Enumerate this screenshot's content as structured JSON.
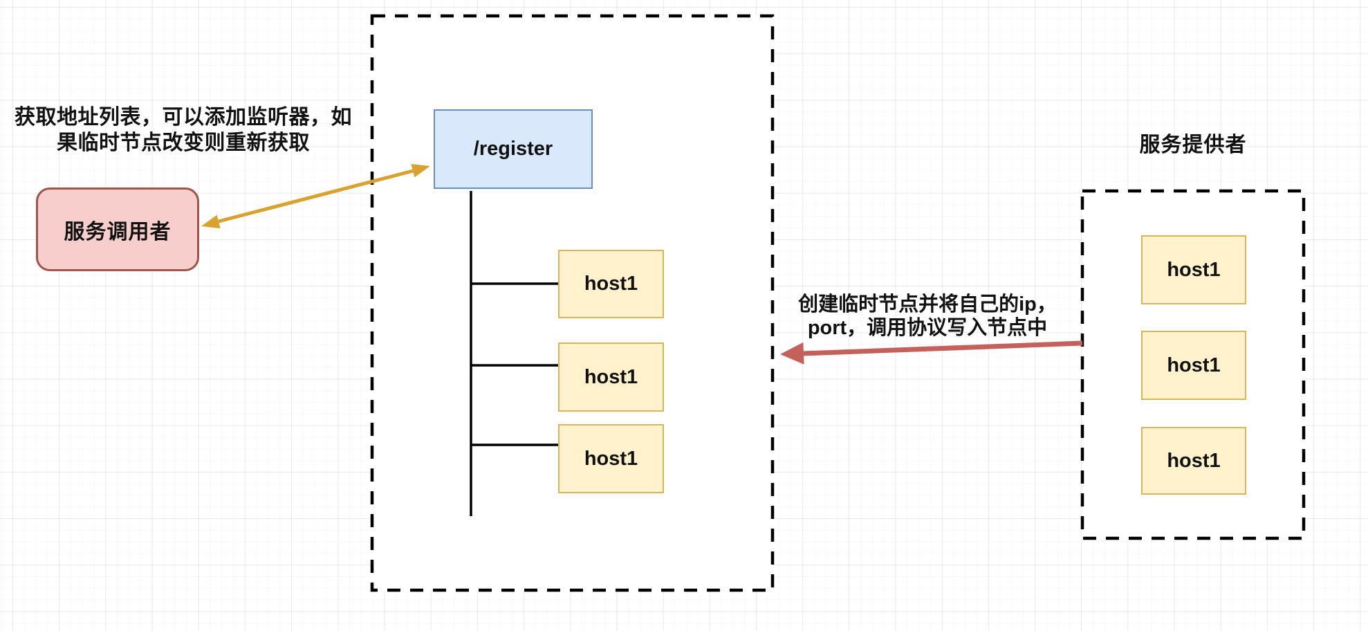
{
  "diagram_title": "zookeeper-service-registry-diagram",
  "left_note": {
    "line1": "获取地址列表，可以添加监听器，如",
    "line2": "果临时节点改变则重新获取"
  },
  "caller": {
    "label": "服务调用者"
  },
  "registry": {
    "root_label": "/register",
    "hosts": [
      "host1",
      "host1",
      "host1"
    ]
  },
  "provider": {
    "title": "服务提供者",
    "hosts": [
      "host1",
      "host1",
      "host1"
    ]
  },
  "register_note": {
    "line1": "创建临时节点并将自己的ip，",
    "line2": "port，调用协议写入节点中"
  },
  "colors": {
    "yellow_arrow": "#d9a12e",
    "red_arrow": "#c4615c",
    "outline": "#000000",
    "blue_fill": "#dae8fc",
    "blue_stroke": "#6c8ebf",
    "yellow_fill": "#fff2cc",
    "yellow_stroke": "#d6b656",
    "pink_fill": "#f8cecc",
    "pink_stroke": "#9d544c"
  }
}
